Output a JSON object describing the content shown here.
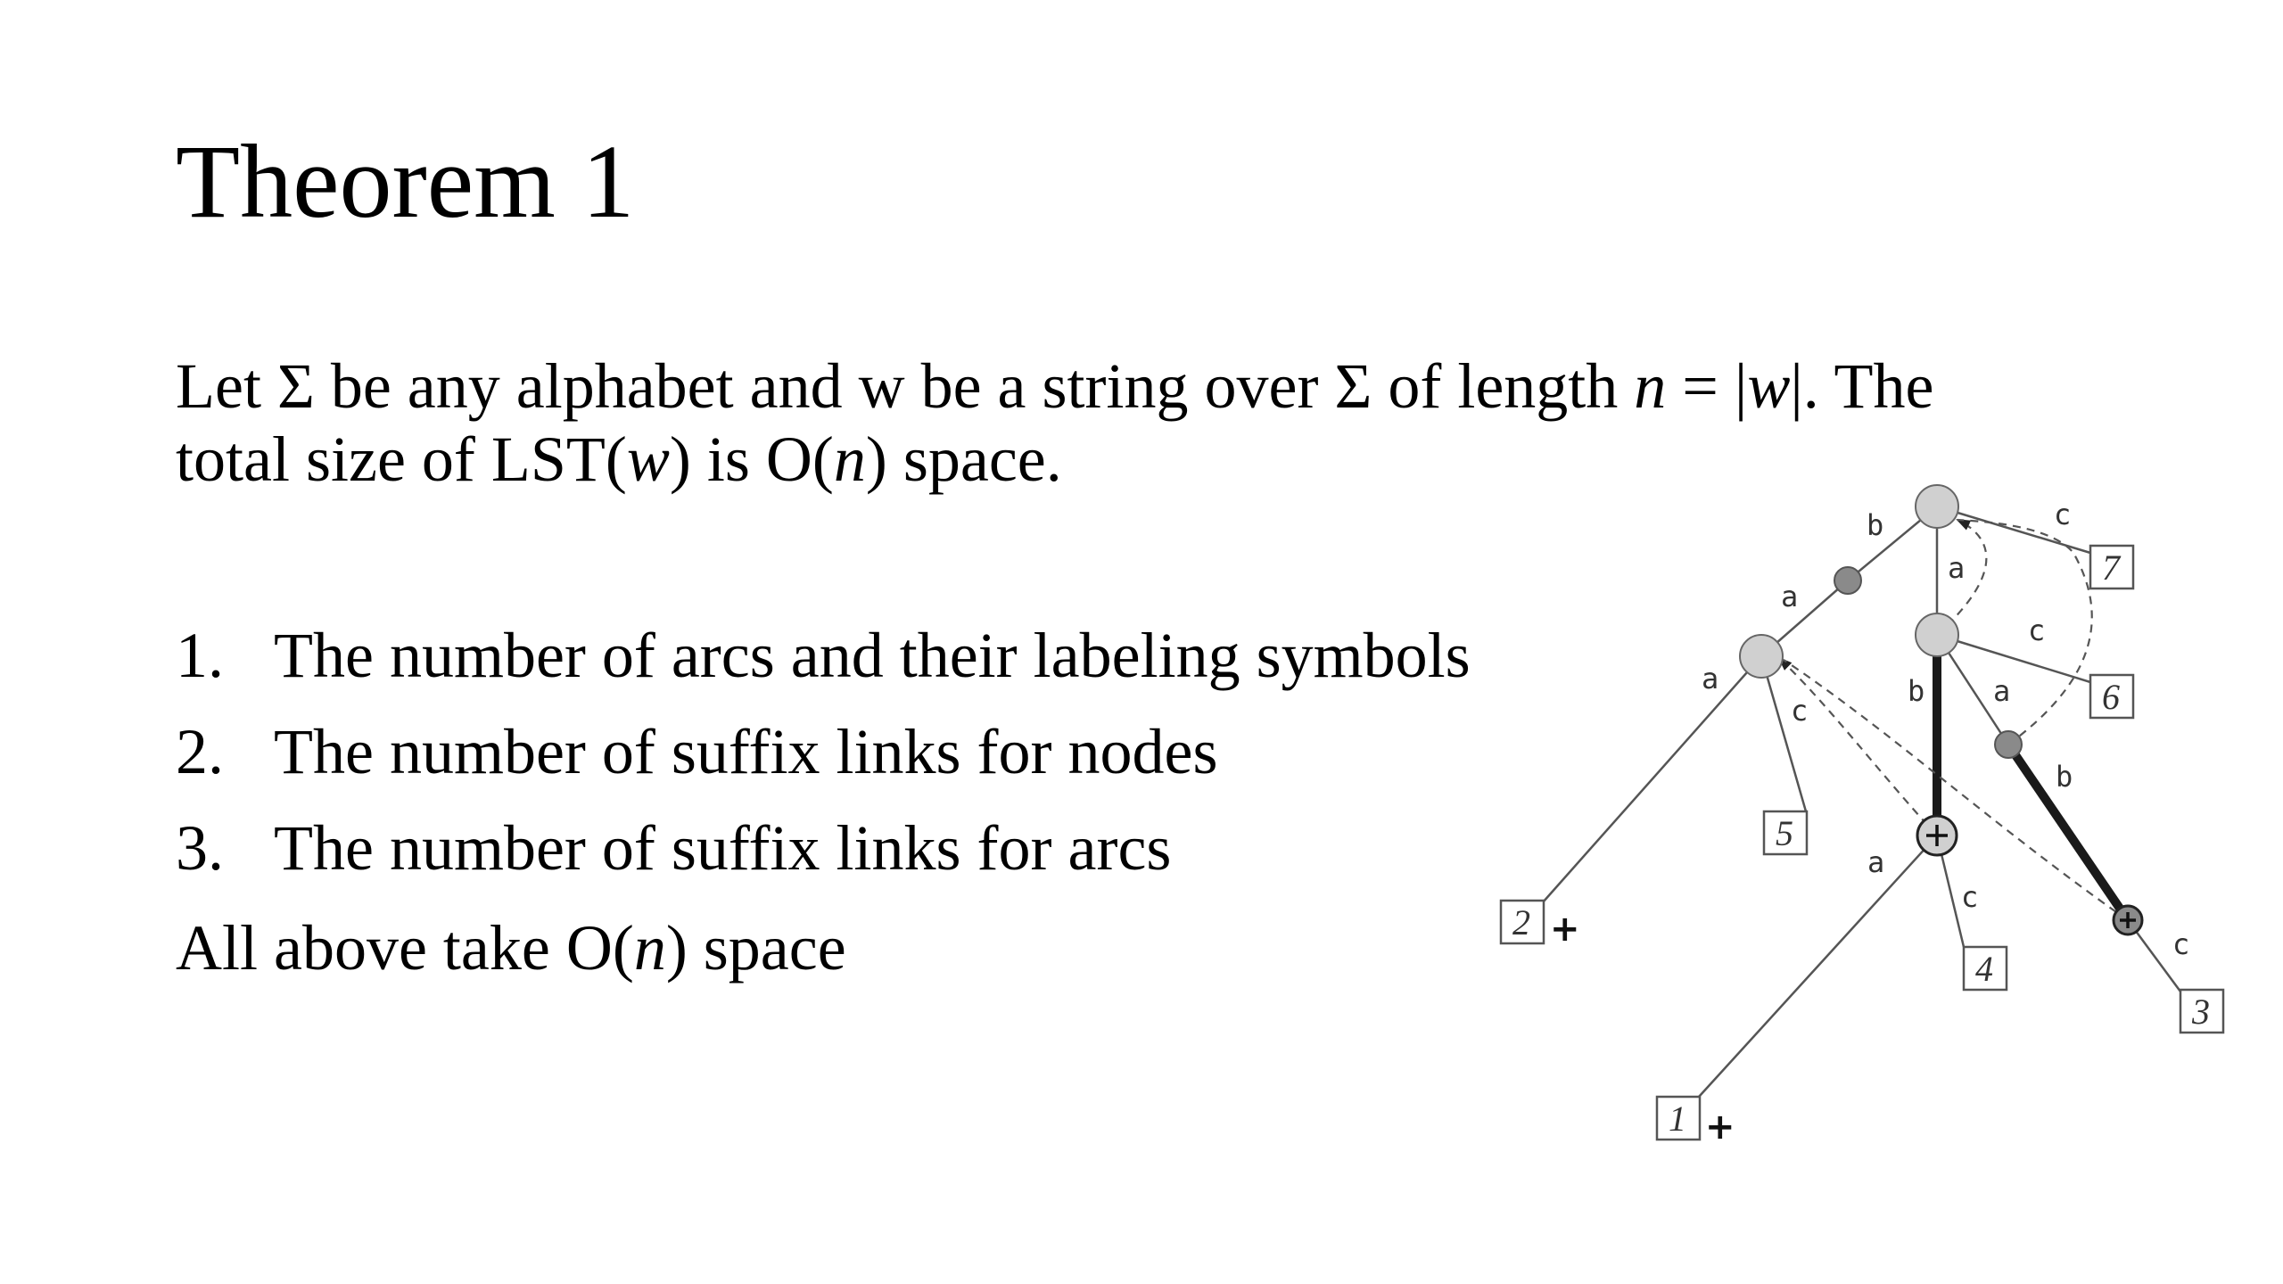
{
  "slide": {
    "title": "Theorem 1",
    "statement": {
      "line1": {
        "t1": "Let Σ be any alphabet and w be a string over Σ of length ",
        "n": "n",
        "t2": " = |",
        "w": "w",
        "t3": "|. The"
      },
      "line2": {
        "t1": "total size of LST(",
        "w": "w",
        "t2": ") is O(",
        "n": "n",
        "t3": ") space."
      }
    },
    "items": [
      {
        "num": "1.",
        "text": "The number of arcs and their labeling symbols"
      },
      {
        "num": "2.",
        "text": "The number of suffix links for nodes"
      },
      {
        "num": "3.",
        "text": "The number of suffix links for arcs"
      }
    ],
    "conclusion": {
      "t1": "All above take O(",
      "n": "n",
      "t2": ") space"
    }
  },
  "diagram": {
    "edge_labels": [
      "b",
      "c",
      "a",
      "a",
      "c",
      "a",
      "c",
      "b",
      "a",
      "b",
      "a",
      "c",
      "c"
    ],
    "leaf_labels": [
      "7",
      "6",
      "5",
      "2",
      "4",
      "3",
      "1"
    ],
    "plus_marks": [
      "+",
      "+"
    ],
    "colors": {
      "node_fill": "#d0d0d0",
      "inner_fill": "#8a8a8a",
      "line": "#555555",
      "heavy": "#1a1a1a"
    }
  }
}
